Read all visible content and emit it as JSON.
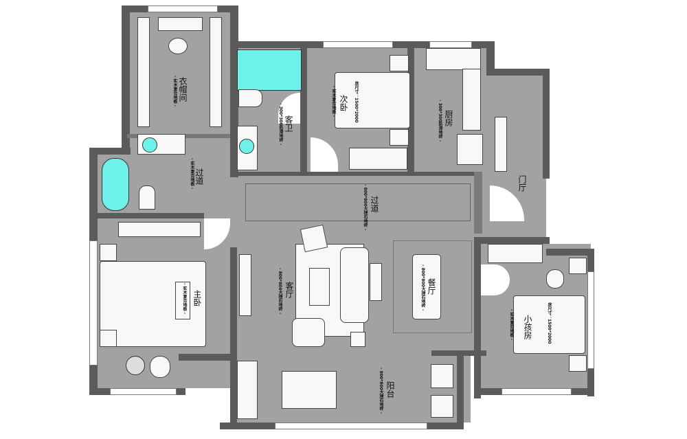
{
  "rooms": {
    "closet": {
      "name": "衣帽间",
      "floor": "- 实木复合地板 -"
    },
    "guest_bath": {
      "name": "客卫",
      "floor": "- 300*300防滑地砖 -"
    },
    "second_bedroom": {
      "name": "次卧",
      "floor": "- 实木复合地板 -",
      "bed": "床尺寸：1500*2000"
    },
    "kitchen": {
      "name": "厨房",
      "floor": "- 300*300防滑地砖 -"
    },
    "foyer": {
      "name": "门厅"
    },
    "hallway_left": {
      "name": "过道",
      "floor": "- 实木复合地板 -"
    },
    "hallway_main": {
      "name": "过道",
      "floor": "- 800*800大理石地砖 -"
    },
    "living": {
      "name": "客厅",
      "floor": "- 800*800大理石地砖 -"
    },
    "dining": {
      "name": "餐厅",
      "floor": "- 800*800大理石地砖 -"
    },
    "master_bedroom": {
      "name": "主卧",
      "floor": "- 实木复合地板 -"
    },
    "kids_room": {
      "name": "小孩房",
      "floor": "- 实木复合地板 -",
      "bed": "床尺寸：1500*2000"
    },
    "balcony": {
      "name": "阳台",
      "floor": "- 800*800大理石地砖 -"
    }
  },
  "colors": {
    "wall": "#5b5b5b",
    "floor": "#a2a2a2",
    "tub": "#6ef2ea"
  }
}
